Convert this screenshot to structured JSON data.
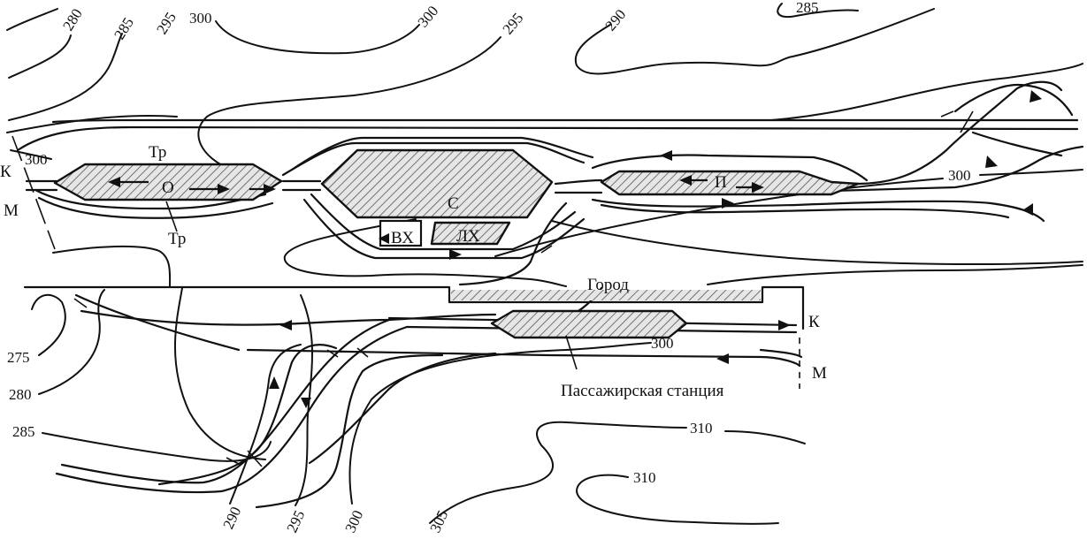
{
  "labels": {
    "station_c": "С",
    "station_o": "О",
    "station_p": "П",
    "depot_vx": "ВХ",
    "depot_lx": "ЛХ",
    "tr_top": "Тр",
    "tr_bottom": "Тр",
    "line_k_left": "К",
    "line_m_left": "М",
    "line_k_right": "К",
    "line_m_right": "М",
    "city": "Город",
    "passenger_station": "Пассажирская станция"
  },
  "contours": {
    "c280_top": "280",
    "c285_top": "285",
    "c295_top": "295",
    "c300_top": "300",
    "c300_mid": "300",
    "c295_mid": "295",
    "c290_top": "290",
    "c285_right": "285",
    "c300_left": "300",
    "c300_right": "300",
    "c300_pass": "300",
    "c275": "275",
    "c280_left": "280",
    "c285_left": "285",
    "c310_a": "310",
    "c310_b": "310",
    "c290_bottom": "290",
    "c295_bottom": "295",
    "c300_bottom": "300",
    "c305_bottom": "305"
  }
}
